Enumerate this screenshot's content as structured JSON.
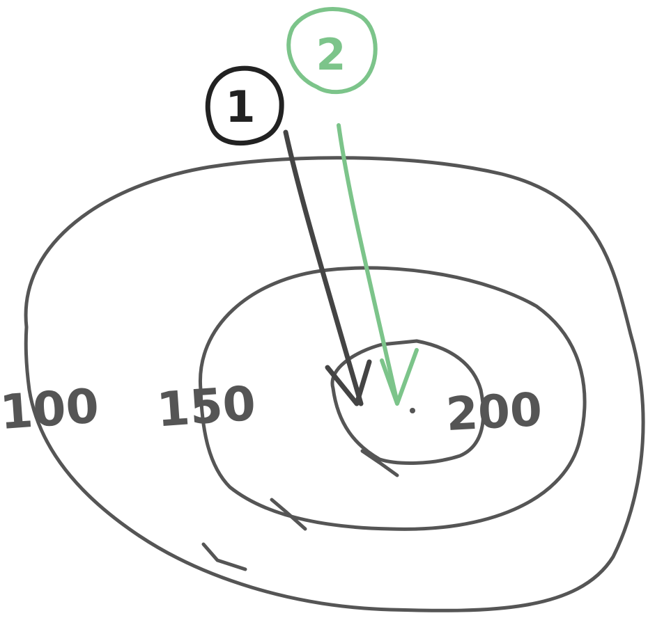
{
  "colors": {
    "contour": "#555555",
    "arrow_1": "#444444",
    "marker_1": "#222222",
    "arrow_2": "#7cc48a",
    "marker_2": "#7cc48a",
    "background": "#ffffff"
  },
  "contour_labels": {
    "outer": "100",
    "middle": "150",
    "inner": "200"
  },
  "markers": {
    "first": "1",
    "second": "2"
  }
}
